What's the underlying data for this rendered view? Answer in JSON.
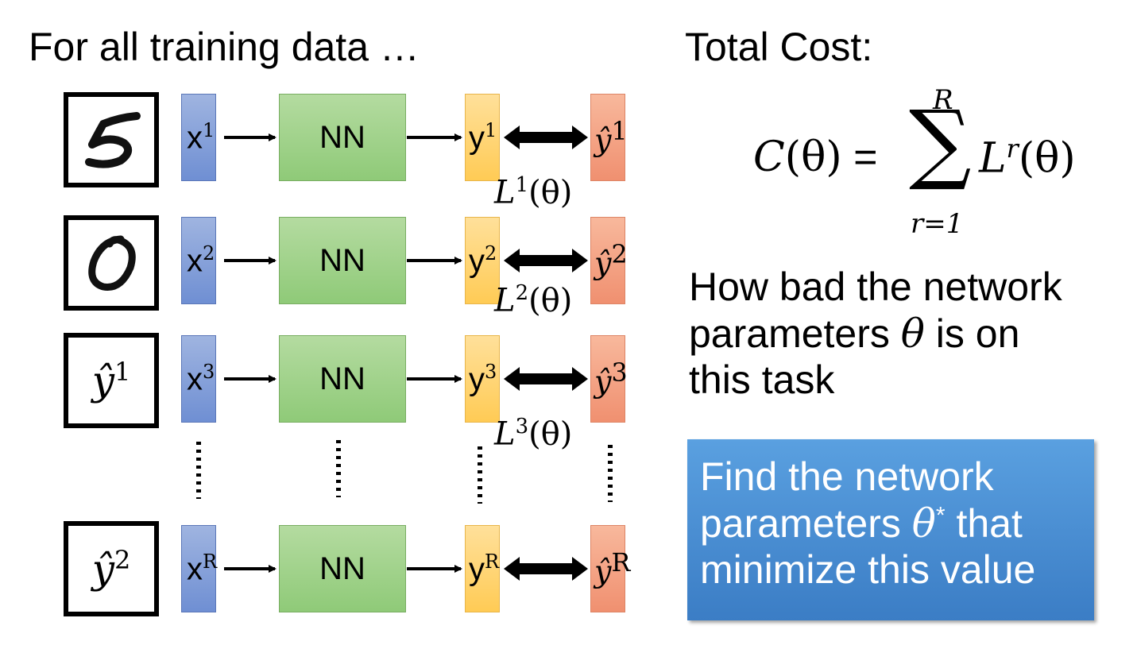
{
  "left_title": "For all training data …",
  "right_title": "Total Cost:",
  "rows": [
    {
      "sample": "digit-5",
      "x_sup": "1",
      "nn": "NN",
      "y_sup": "1",
      "yhat_sup": "1",
      "loss_sup": "1"
    },
    {
      "sample": "digit-0",
      "x_sup": "2",
      "nn": "NN",
      "y_sup": "2",
      "yhat_sup": "2",
      "loss_sup": "2"
    },
    {
      "sample_label_sup": "1",
      "x_sup": "3",
      "nn": "NN",
      "y_sup": "3",
      "yhat_sup": "3",
      "loss_sup": "3"
    },
    {
      "sample_label_sup": "2",
      "x_sup": "R",
      "nn": "NN",
      "y_sup": "R",
      "yhat_sup": "R"
    }
  ],
  "symbols": {
    "x": "x",
    "y": "y",
    "yhat": "ŷ",
    "L": "L",
    "theta_paren": "(θ)"
  },
  "formula": {
    "lhs": "C(θ) =",
    "sum_upper": "R",
    "sum_lower": "r=1",
    "sum_symbol": "∑",
    "term": "L",
    "term_sup": "r",
    "term_arg": "(θ)"
  },
  "description": {
    "line1": "How bad the network",
    "line2a": "parameters ",
    "line2_theta": "θ",
    "line2b": " is on",
    "line3": "this task"
  },
  "callout": {
    "line1": "Find the network",
    "line2a": "parameters ",
    "line2_theta": "θ",
    "line2_star": "*",
    "line2b": " that",
    "line3": "minimize this value"
  },
  "colors": {
    "x_box": "#7f9ed9",
    "nn_box": "#a3d38c",
    "y_box": "#ffd36e",
    "yhat_box": "#f4a383",
    "callout": "#4a8fd4"
  }
}
